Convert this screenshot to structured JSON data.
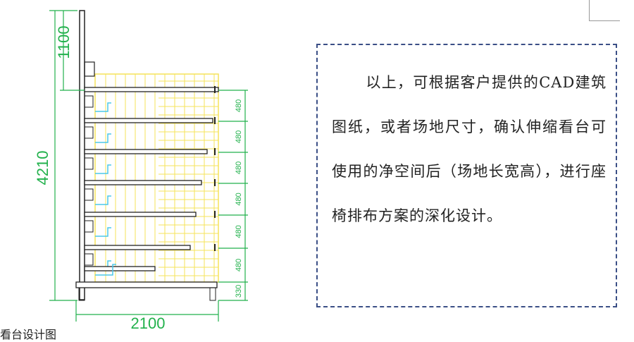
{
  "drawing": {
    "dimensions": {
      "total_height": "4210",
      "top_height": "1100",
      "total_width": "2100",
      "step_heights": [
        "480",
        "480",
        "480",
        "480",
        "480",
        "480",
        "330"
      ]
    },
    "colors": {
      "dimension": "#22b14c",
      "seats": "#f5e35a",
      "structure": "#222222",
      "backrest": "#4bc8e8"
    }
  },
  "note": {
    "text": "以上，可根据客户提供的CAD建筑图纸，或者场地尺寸，确认伸缩看台可使用的净空间后（场地长宽高），进行座椅排布方案的深化设计。"
  },
  "footer": {
    "fragment": "看台设计图"
  }
}
